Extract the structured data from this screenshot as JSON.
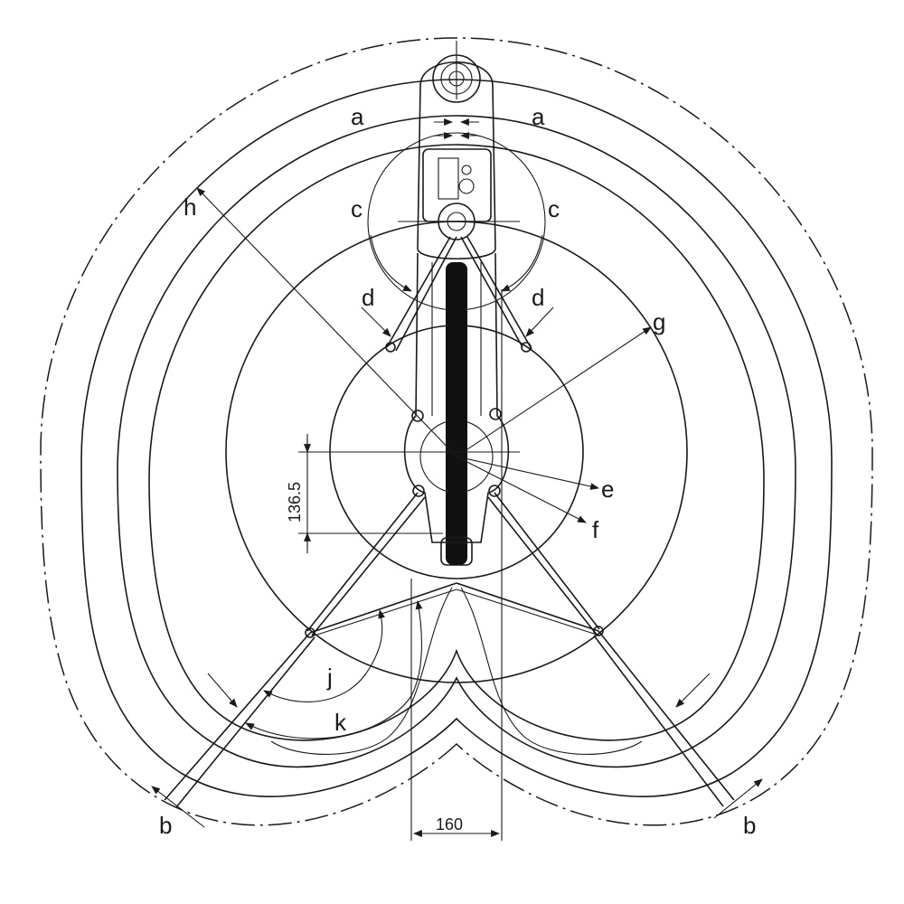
{
  "labels": {
    "a_left": "a",
    "a_right": "a",
    "c_left": "c",
    "c_right": "c",
    "d_left": "d",
    "d_right": "d",
    "e": "e",
    "f": "f",
    "g": "g",
    "h": "h",
    "j": "j",
    "k": "k",
    "b_left": "b",
    "b_right": "b"
  },
  "dimensions": {
    "vertical_offset": "136.5",
    "base_width": "160"
  },
  "colors": {
    "line": "#1a1a1a",
    "background": "#ffffff"
  }
}
